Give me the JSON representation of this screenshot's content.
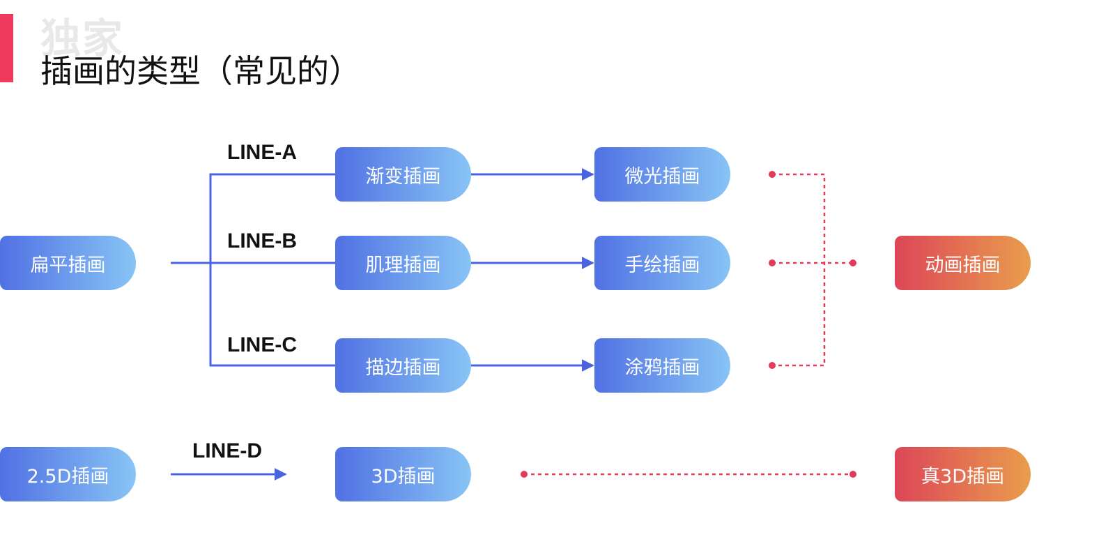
{
  "header": {
    "watermark": "独家",
    "title": "插画的类型（常见的）",
    "accent_color": "#ef3a5d"
  },
  "line_labels": {
    "a": "LINE-A",
    "b": "LINE-B",
    "c": "LINE-C",
    "d": "LINE-D"
  },
  "nodes": {
    "flat": "扁平插画",
    "gradient": "渐变插画",
    "glow": "微光插画",
    "texture": "肌理插画",
    "handdrawn": "手绘插画",
    "outline": "描边插画",
    "graffiti": "涂鸦插画",
    "animation": "动画插画",
    "d25": "2.5D插画",
    "d3": "3D插画",
    "real3d": "真3D插画"
  },
  "colors": {
    "connector_blue": "#4a63e0",
    "connector_red": "#e23a57",
    "node_blue_start": "#5071e3",
    "node_blue_end": "#88c4f5",
    "node_red_start": "#dd4657",
    "node_red_end": "#e99d4d"
  }
}
